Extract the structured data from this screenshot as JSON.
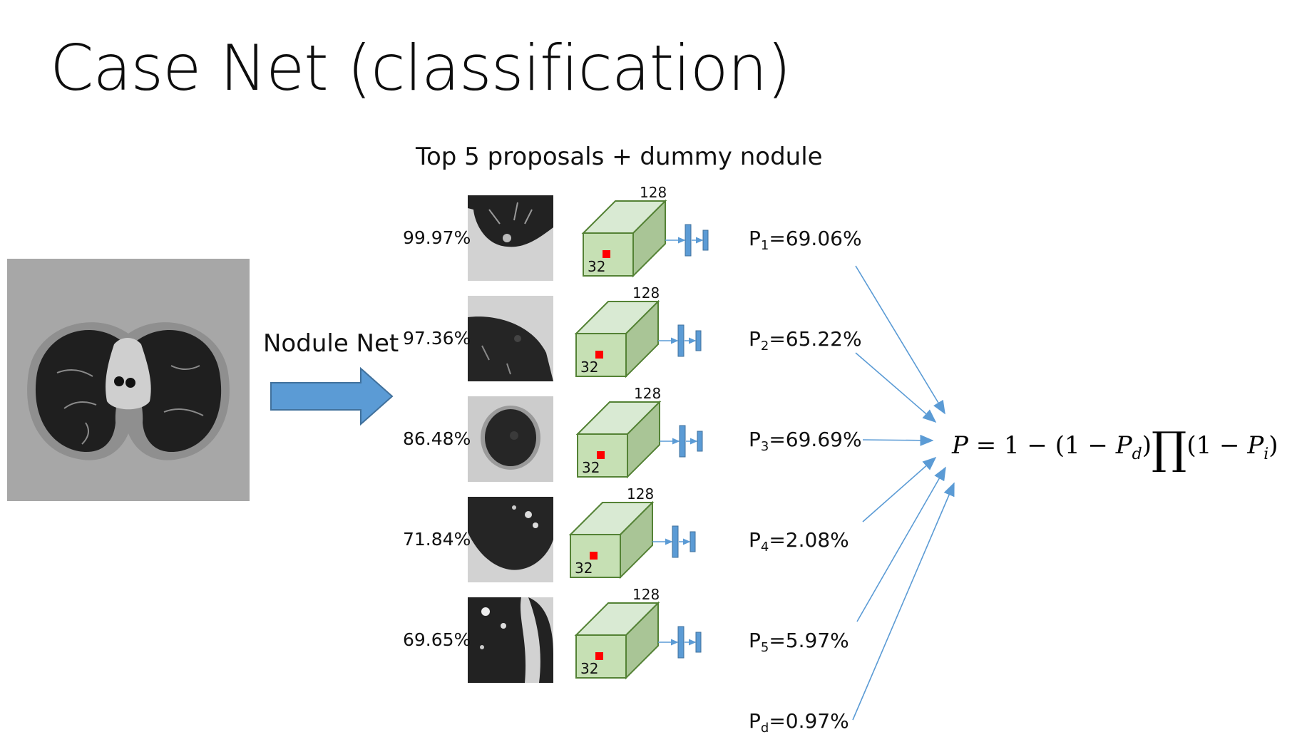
{
  "slide": {
    "title": "Case Net (classification)",
    "subtitle": "Top 5 proposals + dummy nodule",
    "nodule_net_label": "Nodule Net"
  },
  "proposals": [
    {
      "confidence": "99.97%",
      "dim_top": "128",
      "dim_front": "32",
      "p_label": "P",
      "p_sub": "1",
      "p_value": "=69.06%"
    },
    {
      "confidence": "97.36%",
      "dim_top": "128",
      "dim_front": "32",
      "p_label": "P",
      "p_sub": "2",
      "p_value": "=65.22%"
    },
    {
      "confidence": "86.48%",
      "dim_top": "128",
      "dim_front": "32",
      "p_label": "P",
      "p_sub": "3",
      "p_value": "=69.69%"
    },
    {
      "confidence": "71.84%",
      "dim_top": "128",
      "dim_front": "32",
      "p_label": "P",
      "p_sub": "4",
      "p_value": "=2.08%"
    },
    {
      "confidence": "69.65%",
      "dim_top": "128",
      "dim_front": "32",
      "p_label": "P",
      "p_sub": "5",
      "p_value": "=5.97%"
    }
  ],
  "dummy": {
    "p_label": "P",
    "p_sub": "d",
    "p_value": "=0.97%"
  },
  "formula": {
    "lhs": "P",
    "eq": " = 1 − (1 − ",
    "pd": "P",
    "pd_sub": "d",
    "close": ")",
    "prod": "∏",
    "tail": "(1 − ",
    "pi": "P",
    "pi_sub": "i",
    "end": ")"
  },
  "colors": {
    "arrow_fill": "#5b9bd5",
    "arrow_stroke": "#41719c",
    "box_front": "#c6e0b4",
    "box_top": "#d9ead3",
    "box_side": "#a9c596",
    "box_stroke": "#548235",
    "marker": "#ff0000",
    "connector": "#5b9bd5",
    "layer": "#5b9bd5"
  }
}
